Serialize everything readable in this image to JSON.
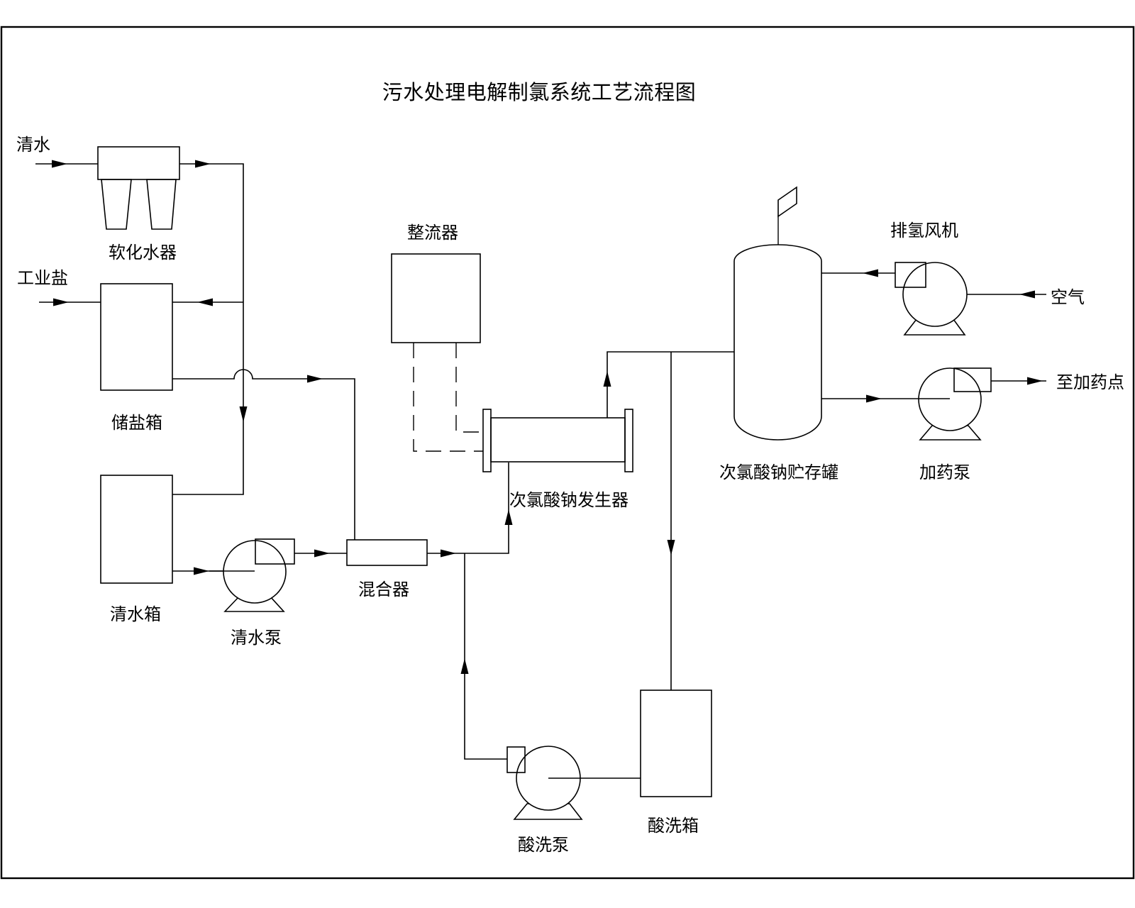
{
  "title": "污水处理电解制氯系统工艺流程图",
  "diagram": {
    "type": "process-flow-diagram",
    "line_color": "#000000",
    "background_color": "#ffffff",
    "labels": {
      "clean_water_in": "清水",
      "water_softener": "软化水器",
      "industrial_salt_in": "工业盐",
      "salt_storage_tank": "储盐箱",
      "clean_water_tank": "清水箱",
      "clean_water_pump": "清水泵",
      "mixer": "混合器",
      "rectifier": "整流器",
      "hypochlorite_generator": "次氯酸钠发生器",
      "hypochlorite_storage_tank": "次氯酸钠贮存罐",
      "hydrogen_exhaust_fan": "排氢风机",
      "air_in": "空气",
      "to_dosing_point": "至加药点",
      "dosing_pump": "加药泵",
      "acid_wash_pump": "酸洗泵",
      "acid_wash_tank": "酸洗箱"
    }
  }
}
